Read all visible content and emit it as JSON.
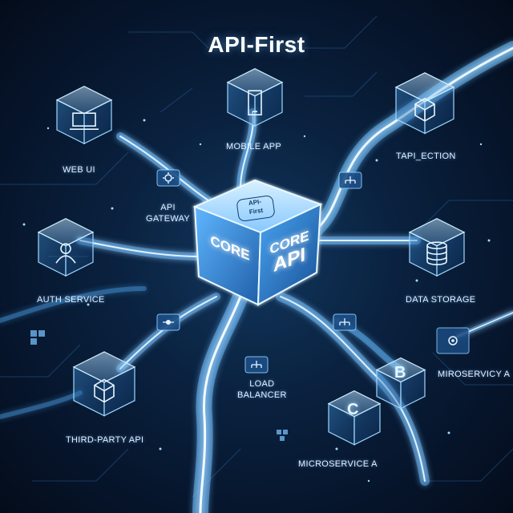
{
  "title": "API-First",
  "core": {
    "badge_line1": "API-",
    "badge_line2": "First",
    "left_face": "CORE",
    "right_face_line1": "CORE",
    "right_face_line2": "API"
  },
  "nodes": {
    "web_ui": "WEB UI",
    "mobile_app": "MOBILE APP",
    "tapi_lection": "TAPI_ECTION",
    "api_gateway_line1": "API",
    "api_gateway_line2": "GATEWAY",
    "auth_service": "AUTH SERVICE",
    "data_storage": "DATA STORAGE",
    "load_balancer_line1": "LOAD",
    "load_balancer_line2": "BALANCER",
    "third_party_api": "THIRD-PARTY API",
    "microservice_b": "MIROSERVICY A",
    "microservice_c": "MICROSERVICE A",
    "letter_b": "B",
    "letter_c": "C"
  },
  "colors": {
    "accent": "#7cc8ff",
    "glow": "#bfe6ff",
    "background": "#071526"
  },
  "icons": [
    "laptop-icon",
    "smartphone-icon",
    "cube-icon",
    "user-icon",
    "database-icon",
    "hub-icon",
    "network-icon",
    "gear-icon"
  ]
}
